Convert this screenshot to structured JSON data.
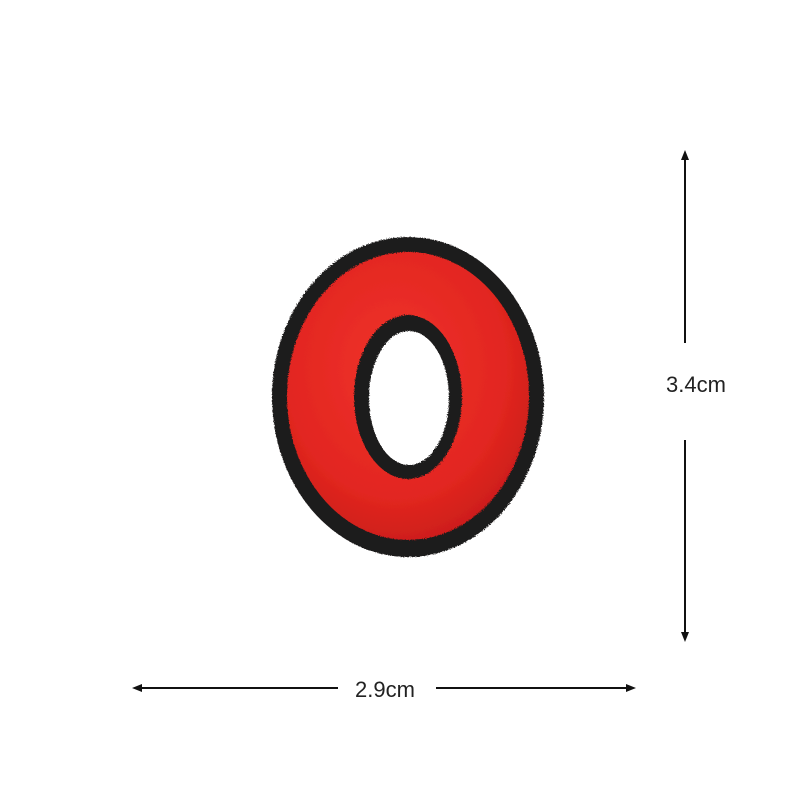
{
  "product": {
    "name": "embroidered-letter-o-patch",
    "letter": "O",
    "fill_color": "#e8231f",
    "border_color": "#1e1a1a"
  },
  "dimensions": {
    "height_label": "3.4cm",
    "width_label": "2.9cm"
  },
  "colors": {
    "background": "#ffffff",
    "arrow": "#111111",
    "text": "#222222"
  }
}
